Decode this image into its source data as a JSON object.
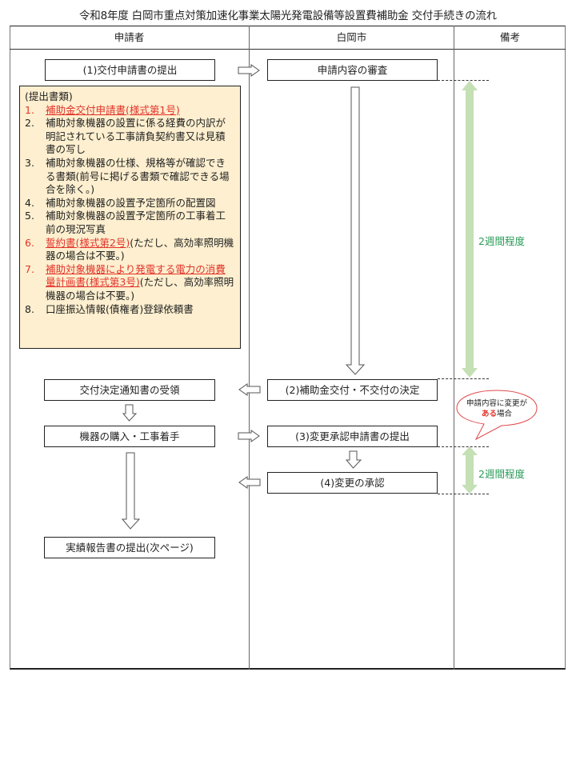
{
  "title": "令和8年度 白岡市重点対策加速化事業太陽光発電設備等設置費補助金 交付手続きの流れ",
  "columns": [
    "申請者",
    "白岡市",
    "備考"
  ],
  "applicant": {
    "step1": "(1)交付申請書の提出",
    "docs_heading": "(提出書類)",
    "docs": [
      {
        "num": "1.",
        "parts": [
          {
            "text": "補助金交付申請書(様式第1号)",
            "style": "red-u"
          }
        ],
        "red_num": true
      },
      {
        "num": "2.",
        "parts": [
          {
            "text": "補助対象機器の設置に係る経費の内訳が明記されている工事請負契約書又は見積書の写し",
            "style": "plain"
          }
        ],
        "red_num": false
      },
      {
        "num": "3.",
        "parts": [
          {
            "text": "補助対象機器の仕様、規格等が確認できる書類(前号に掲げる書類で確認できる場合を除く。)",
            "style": "plain"
          }
        ],
        "red_num": false
      },
      {
        "num": "4.",
        "parts": [
          {
            "text": "補助対象機器の設置予定箇所の配置図",
            "style": "plain"
          }
        ],
        "red_num": false
      },
      {
        "num": "5.",
        "parts": [
          {
            "text": "補助対象機器の設置予定箇所の工事着工前の現況写真",
            "style": "plain"
          }
        ],
        "red_num": false
      },
      {
        "num": "6.",
        "parts": [
          {
            "text": "誓約書(様式第2号)",
            "style": "red-u"
          },
          {
            "text": "(ただし、高効率照明機器の場合は不要。)",
            "style": "plain"
          }
        ],
        "red_num": true
      },
      {
        "num": "7.",
        "parts": [
          {
            "text": "補助対象機器により発電する電力の消費量計画書(様式第3号)",
            "style": "red-u"
          },
          {
            "text": "(ただし、高効率照明機器の場合は不要。)",
            "style": "plain"
          }
        ],
        "red_num": true
      },
      {
        "num": "8.",
        "parts": [
          {
            "text": "口座振込情報(債権者)登録依頼書",
            "style": "plain"
          }
        ],
        "red_num": false
      }
    ],
    "receive_notice": "交付決定通知書の受領",
    "purchase": "機器の購入・工事着手",
    "report": "実績報告書の提出(次ページ)"
  },
  "city": {
    "review": "申請内容の審査",
    "step2": "(2)補助金交付・不交付の決定",
    "step3": "(3)変更承認申請書の提出",
    "step4": "(4)変更の承認"
  },
  "remarks": {
    "duration1": "2週間程度",
    "duration2": "2週間程度",
    "bubble_line1": "申請内容に変更が",
    "bubble_em": "ある",
    "bubble_rest": "場合"
  },
  "colors": {
    "docs_bg": "#fdefcf",
    "red": "#e2332a",
    "green_text": "#2a9a58",
    "green_arrow": "#c5e0b4",
    "bubble_border": "#e0484a"
  }
}
